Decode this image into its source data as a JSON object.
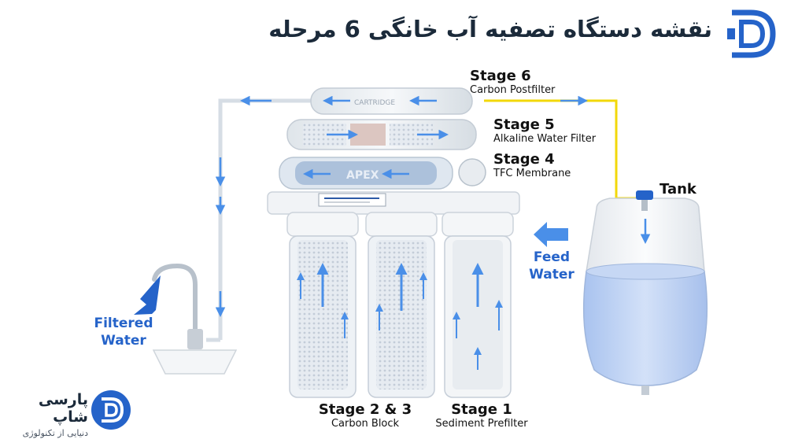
{
  "title": "نقشه دستگاه تصفیه آب خانگی 6 مرحله",
  "brand": {
    "name": "پارسی شاپ",
    "tagline": "دنیایی از تکنولوژی"
  },
  "stages": {
    "stage6": {
      "title": "Stage 6",
      "subtitle": "Carbon Postfilter"
    },
    "stage5": {
      "title": "Stage 5",
      "subtitle": "Alkaline Water Filter"
    },
    "stage4": {
      "title": "Stage 4",
      "subtitle": "TFC Membrane"
    },
    "stage23": {
      "title": "Stage 2 & 3",
      "subtitle": "Carbon Block"
    },
    "stage1": {
      "title": "Stage 1",
      "subtitle": "Sediment Prefilter"
    }
  },
  "tank_label": "Tank",
  "feed_water": {
    "line1": "Feed",
    "line2": "Water"
  },
  "filtered_water": {
    "line1": "Filtered",
    "line2": "Water"
  },
  "cartridge_texts": {
    "top": "CARTRIDGE",
    "membrane": "APEX"
  },
  "colors": {
    "brand_blue": "#2563c9",
    "flow_arrow": "#4a8fe8",
    "tank_water": "#bcd2f5",
    "post_line": "#f2d80a"
  }
}
